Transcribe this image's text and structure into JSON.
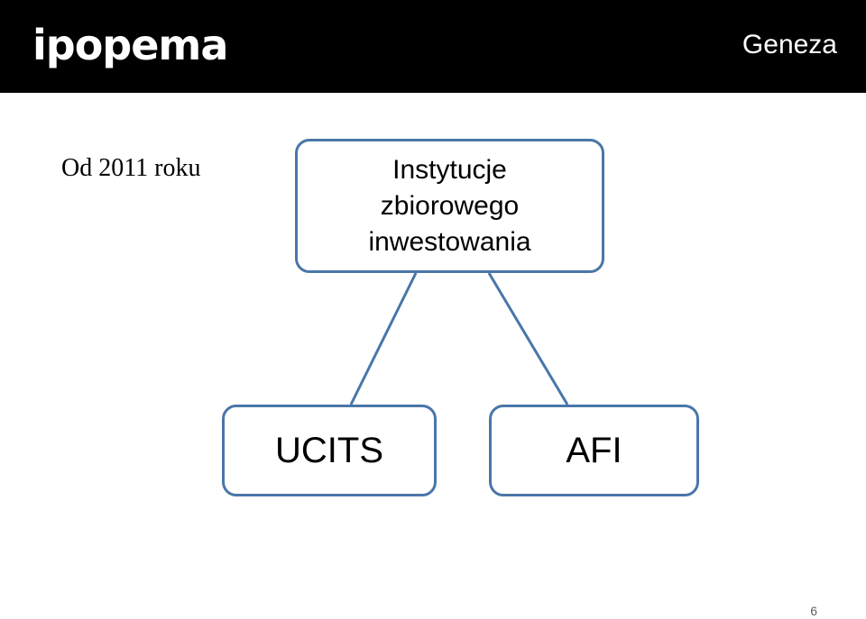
{
  "header": {
    "logo_text": "ipopema",
    "section_title": "Geneza"
  },
  "diagram": {
    "since_label": "Od 2011 roku",
    "root": {
      "lines": [
        "Instytucje",
        "zbiorowego",
        "inwestowania"
      ]
    },
    "children": [
      {
        "label": "UCITS"
      },
      {
        "label": "AFI"
      }
    ],
    "colors": {
      "box_border": "#4a76a8",
      "connector": "#4a76a8",
      "header_background": "#000000"
    }
  },
  "footer": {
    "page_number": "6"
  }
}
